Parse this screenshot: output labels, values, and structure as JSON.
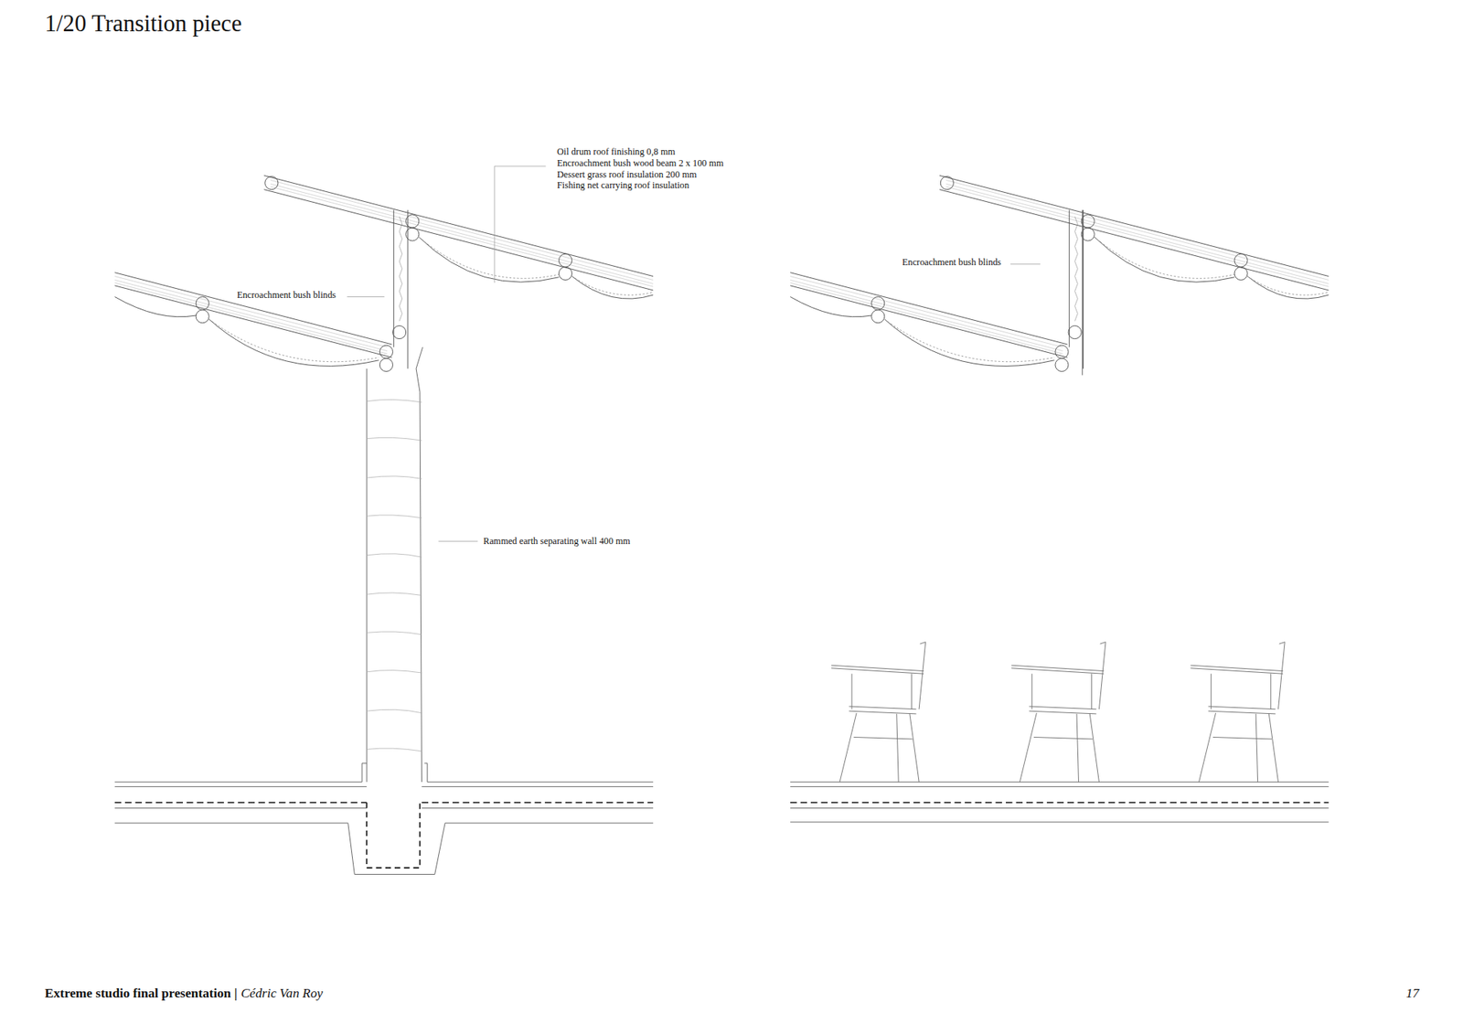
{
  "diagram": {
    "title": "1/20 Transition piece",
    "labels": [
      "Oil drum roof finishing 0,8 mm",
      "Encroachment bush wood beam 2 x 100 mm",
      "Dessert grass roof insulation 200 mm",
      "Fishing net carrying roof insulation",
      "Encroachment bush blinds",
      "Rammed earth separating wall 400 mm",
      "Encroachment bush blinds",
      "Extreme studio final presentation |",
      "Cédric Van Roy",
      "17"
    ]
  }
}
